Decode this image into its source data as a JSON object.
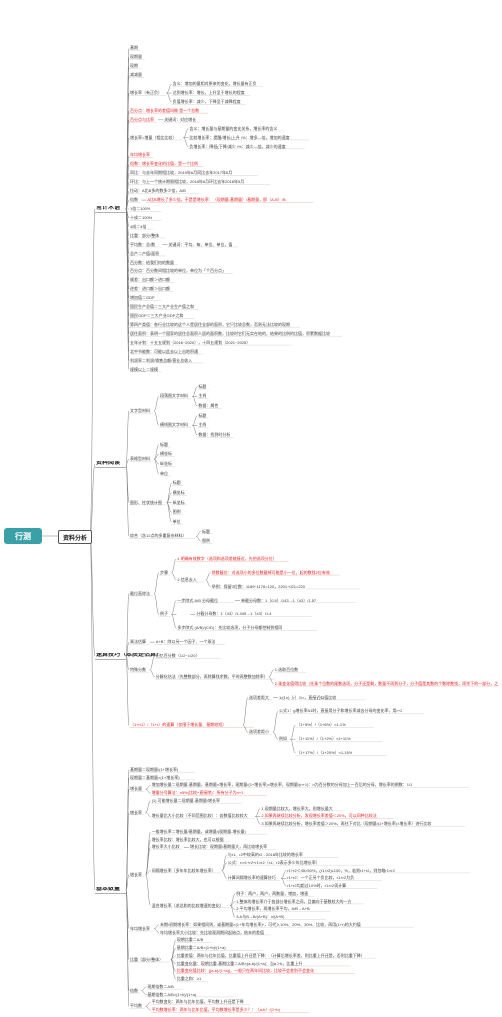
{
  "root": {
    "label": "行测"
  },
  "main": {
    "label": "资料分析"
  },
  "sections": [
    {
      "label": "常计术语",
      "items": [
        {
          "label": "基期"
        },
        {
          "label": "现期量"
        },
        {
          "label": "现期"
        },
        {
          "label": "减减量"
        },
        {
          "label": "增长率（有正负）",
          "children": [
            {
              "label": "含义：增加的量相对原来的变化，增长量有正负"
            },
            {
              "label": "达到增长率：增长，上升呈于增长的程度"
            },
            {
              "label": "负值增长率：减少，下降呈于减降程度"
            }
          ]
        },
        {
          "label": "百分点：增长率的差值叫做 是一个总数",
          "red": true
        },
        {
          "label": "百分点与比率",
          "red": true,
          "children": [
            {
              "label": "关键词：对应增长"
            }
          ]
        },
        {
          "label": "增长率=增量（相比比较）",
          "children": [
            {
              "label": "含义：增长量与基期量的变化关系，增长率的含义"
            },
            {
              "label": "比较增长率：提醒/增长(上升 /%：增多—倍，增加的速度"
            },
            {
              "label": "负增长率：降低(下降/减少 /%：减少—倍，减少的速度"
            }
          ]
        },
        {
          "label": "年均增长率",
          "red": true
        },
        {
          "label": "倍数：增长率变化的比值，是一个比例",
          "red": true
        },
        {
          "label": "同比：与去年同期相比较，2019年6月同比去年2017年6月"
        },
        {
          "label": "环比：与上一个统计期限相比较，2018年6月环比去年2018年5月"
        },
        {
          "label": "拉动：A比B多的数多少倍，A/B"
        },
        {
          "label": "倍数",
          "children": [
            {
              "label": "A比B增长了多少倍，不是是增长率：（现期量-基期量）/基期量，即（A-B）/B",
              "red": true
            }
          ]
        },
        {
          "label": "1倍＝100%"
        },
        {
          "label": "十成＝100%"
        },
        {
          "label": "4成＝4倍"
        },
        {
          "label": "比重：部分/整体"
        },
        {
          "label": "平均数：总/数",
          "children": [
            {
              "label": "关键词：平均、每、单位、单位，值"
            }
          ]
        },
        {
          "label": "总产＝产值/面积"
        },
        {
          "label": "百分数：给我们何的数量"
        },
        {
          "label": "百分点：百分数间相比较的单位，单位为「个百分点」"
        },
        {
          "label": "顺差：出口额＞进口额"
        },
        {
          "label": "逆差：进口额＞出口额"
        },
        {
          "label": "增加值＝GDP"
        },
        {
          "label": "国民生产总值＝三大产业生产值之和"
        },
        {
          "label": "国民GDP＝三大产业GDP之和"
        },
        {
          "label": "第四产类值：各行业比较的这个人是居住全部的面积，它只比较总数，否则无法比较的现期"
        },
        {
          "label": "居住面积：表明一个国家的居住总面积人居的面积数，比较时它们无实在地的，结果的比例的比值，积累数据比较"
        },
        {
          "label": "五年计划：十五五规划（2016~2020），十四五规划（2021~2025）"
        },
        {
          "label": "北中节能数：可能以此去以上出地积通"
        },
        {
          "label": "利润率＝利润/销售总额/营业总收入"
        },
        {
          "label": "规模以上＝规模"
        }
      ]
    },
    {
      "label": "资料阅读",
      "items": [
        {
          "label": "文字型材料",
          "children": [
            {
              "label": "段落图文字材料",
              "children": [
                {
                  "label": "标题"
                },
                {
                  "label": "主线"
                },
                {
                  "label": "数据：属性"
                }
              ]
            },
            {
              "label": "横线图文字材料",
              "children": [
                {
                  "label": "标题"
                },
                {
                  "label": "主线"
                },
                {
                  "label": "数据：找到时分析"
                }
              ]
            }
          ]
        },
        {
          "label": "表格型材料",
          "children": [
            {
              "label": "标题"
            },
            {
              "label": "横坐标"
            },
            {
              "label": "纵坐标"
            },
            {
              "label": "单位"
            }
          ]
        },
        {
          "label": "图形、柱状统计图",
          "children": [
            {
              "label": "标题"
            },
            {
              "label": "横坐标"
            },
            {
              "label": "纵坐标"
            },
            {
              "label": "图例"
            },
            {
              "label": "单位"
            }
          ]
        },
        {
          "label": "综合（含12点的多重复杂材料）",
          "children": [
            {
              "label": "标题"
            },
            {
              "label": "图例"
            }
          ]
        }
      ]
    },
    {
      "label": "速算技巧（本质是估算）",
      "items": [
        {
          "label": "截位直除法",
          "children": [
            {
              "label": "步骤",
              "children": [
                {
                  "label": "1.明确有效数字（选项和选项差能接近，先把选项分位）",
                  "red": true
                },
                {
                  "label": "2.信息去入",
                  "children": [
                    {
                      "label": "除数截位：对选项小的多位数截掉可能是小一位，起的数找2位有效",
                      "red": true
                    },
                    {
                      "label": "举例：保留3位数：1189÷1176=120，2201÷021=220"
                    }
                  ]
                }
              ]
            },
            {
              "label": "例子",
              "children": [
                {
                  "label": "一步除式 A/B 分母截位",
                  "children": [
                    {
                      "label": "单截分母数：1（0.5）/143→1（43）/1.57"
                    }
                  ]
                },
                {
                  "label": "",
                  "children": [
                    {
                      "label": "分截分母数：1（43）/1.349→1（43）/1.4"
                    }
                  ]
                },
                {
                  "label": "多步除式 (A/B)/(C/D)：先比较选项，分子分母都控制到相同"
                }
              ]
            }
          ]
        },
        {
          "label": "乘法估算",
          "children": [
            {
              "label": "A+B：除以另一个因子、一个乘法"
            }
          ]
        },
        {
          "label": "特殊分数",
          "children": [
            {
              "label": "记忆百分数（1/2~1/20）"
            },
            {
              "label": "分解化估法（先整数部分，再除算找余数，平时再整数加除率）",
              "children": [
                {
                  "label": "1.选取百位数"
                },
                {
                  "label": "2.乘变化值得比较（先乘个位数的尾数选项，分子还是剩，数量不再到分子，分子值是其数的个数除数找，再余下的一部分，之后不同分项不用）",
                  "red": true
                }
              ]
            }
          ]
        },
        {
          "label": "（1+r/1）/（1+r）的速算（仅限于增长量、基期较短）",
          "red": true,
          "children": [
            {
              "label": "选项差距大",
              "children": [
                {
                  "label": "1/(1±)（r）/1≈，直接近似值比较"
                }
              ]
            },
            {
              "label": "选项差距小",
              "children": [
                {
                  "label": "公式1：g增长率N1时，直接用分子和增长率减去分母的变化率，用r+2"
                },
                {
                  "label": "例如",
                  "children": [
                    {
                      "label": "（1+5%）/（1+6%）≈1-1%"
                    },
                    {
                      "label": "（1+11%）/（1+2%）≈1+11%"
                    },
                    {
                      "label": "（1+17%）/（1+20%）≈1-16%"
                    }
                  ]
                }
              ]
            }
          ]
        }
      ]
    },
    {
      "label": "基本数量",
      "items": [
        {
          "label": "基期量＝现期量/(1+增长率)"
        },
        {
          "label": "现期量＝基期量×(1+增长率)"
        },
        {
          "label": "增长量",
          "children": [
            {
              "label": "增加增长量＝现期量-基期量，基期量×增长率，现期量/(1+增长率)×增长率，现期量/(n+1)：n为百分数的分母加上一百后的分母，增长率的倒数：1/1",
              "red": false
            },
            {
              "label": "增量分号算法：n5%(比较+直接除)：所有分子为n+1",
              "red": true
            }
          ]
        },
        {
          "label": "增长率",
          "children": [
            {
              "label": "(1) 可能增长量＝现期量-基期量/增长率"
            },
            {
              "label": "增长量比大小比较（不同范围比较）：若数值比较较大",
              "children": [
                {
                  "label": "1.现期量比较大，增长率大，则增长量大"
                },
                {
                  "label": "2.如果再继续比较分析，发现增长率差值＜20%，可以同种比较法",
                  "red": true
                },
                {
                  "label": "3.如果再继续比较分析，增长率差值＞20%，再往下对比（现期量/(1+增长率)×增长率）进行比较"
                }
              ]
            }
          ]
        },
        {
          "label": "增长率",
          "children": [
            {
              "label": "一般增长率＝增长量/基期量，或增量/(现期量-增长量)"
            },
            {
              "label": "增长率比较：增长率比较大，也可以根据"
            },
            {
              "label": "增长率大小比较",
              "children": [
                {
                  "label": "增长比较：现期量/基期量大，再比较增长率"
                }
              ]
            },
            {
              "label": "间隔增长率（多年年比较年增长率）",
              "children": [
                {
                  "label": "与r1、r2中较高的r2 - 2018年比较的增长率"
                },
                {
                  "label": "公式：r=r1+r2+r1×r2（r1、r2表示多少年比增长率）"
                },
                {
                  "label": "计算间隔增长率的速算技巧",
                  "children": [
                    {
                      "label": "r1+r2＜45×50%，(r1×r2)≤100，%，若则r1+r2，则忽略r1×r2"
                    },
                    {
                      "label": "r1+r2：一个正另个负比较，r1×r2为负"
                    },
                    {
                      "label": "r1+r2均超过10%时，r1×r2须计算"
                    }
                  ]
                }
              ]
            },
            {
              "label": "混合增长率（求总和的比较增速的变化）",
              "children": [
                {
                  "label": "例子：两户，两户，两数量，增加，增速"
                },
                {
                  "label": "1.整体的增长率介于各部分增长率之间，且偏向于基数较大的一方"
                },
                {
                  "label": "2.平均增长率，两增长率平均，A/B→A+B"
                },
                {
                  "label": "3.A与B→B/(A+B)：x/(A+B)"
                }
              ]
            }
          ]
        },
        {
          "label": "年均增长率",
          "children": [
            {
              "label": "末期/初期增长率：如果相同则，或基期量×(1+年均增长率)ⁿ，可代入10%、20%、30%、比较，再用(1+r)的大约值"
            },
            {
              "label": "年均增长率大小比较：先比较观测期间起始点，结末的差值"
            }
          ]
        },
        {
          "label": "比重（部分/整体）",
          "children": [
            {
              "label": "现期比重＝A/B"
            },
            {
              "label": "基期比重＝A/B×(1+b)/(1+a)"
            },
            {
              "label": "比重差值：两年与比年比值，比重值上升还是下降：（计算后增长率差，则比重上升还是，否则比重下降）"
            },
            {
              "label": "比重变化量：现期比重-基期比重＝A/B×(a-b)/(1+a)：当a＞b，比重上升"
            },
            {
              "label": "比重变化值比较：[(a-b)/(1+a)]，一般只在两年间比较，比较不会差别不会变化",
              "red": true
            },
            {
              "label": "比重之和：≥1"
            }
          ]
        },
        {
          "label": "倍数",
          "children": [
            {
              "label": "现期倍数＝A/B"
            },
            {
              "label": "基期倍数＝A/B×(1+b)/(1+a)"
            }
          ]
        },
        {
          "label": "平均数",
          "children": [
            {
              "label": "平均数变化：两年与比年比值，平均数上升还是下降"
            },
            {
              "label": "平均数增长率：两年与比年比值，平均数增长率是多少？：（a-b）/(1+b)",
              "red": true
            }
          ]
        }
      ]
    }
  ]
}
